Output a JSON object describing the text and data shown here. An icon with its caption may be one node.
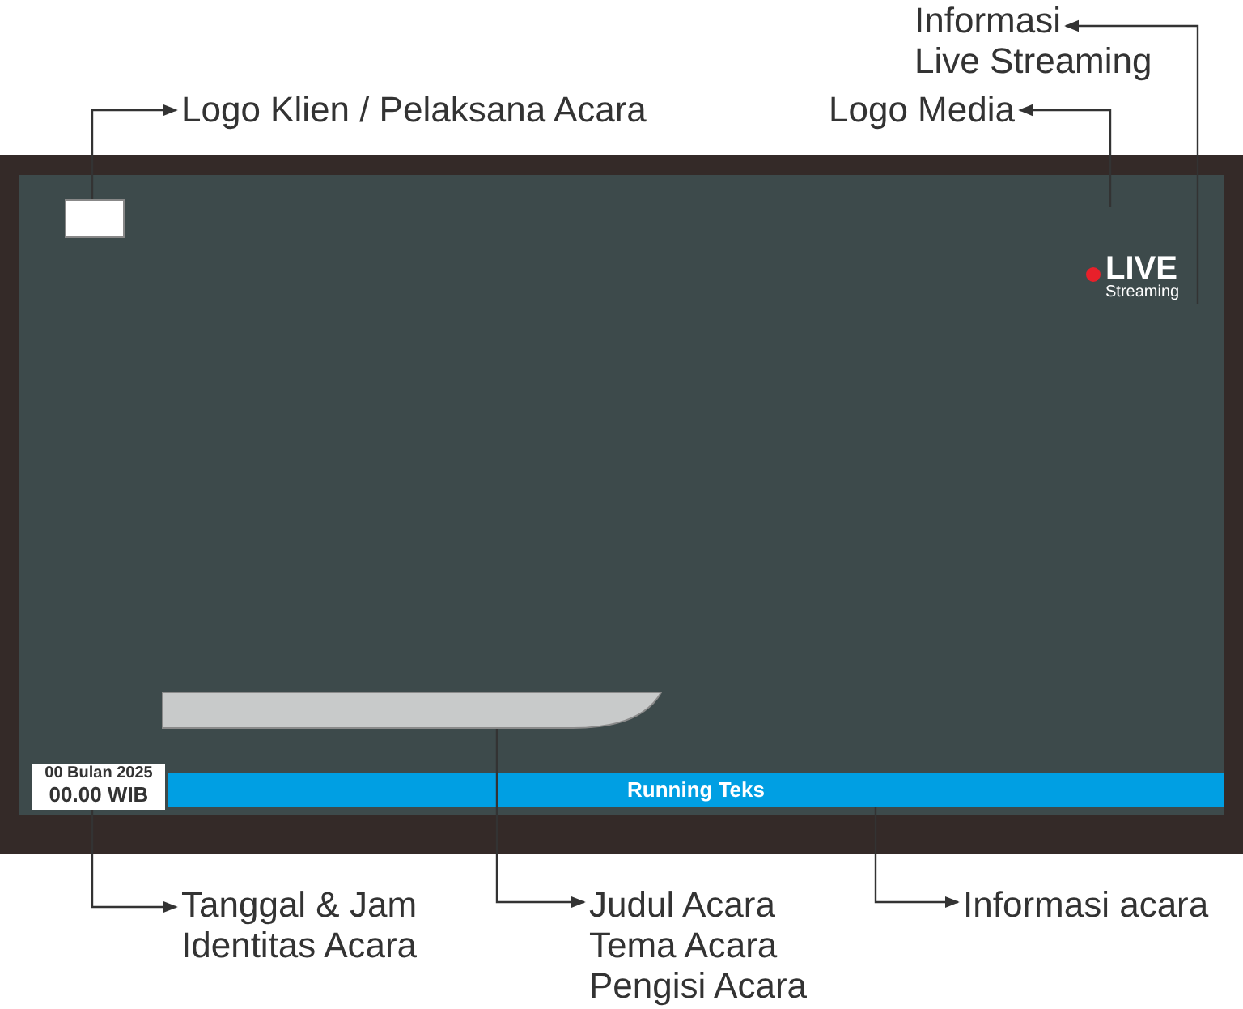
{
  "diagram": {
    "nodes": [
      {
        "text": [
          "Logo Klien / Pelaksana Acara"
        ]
      },
      {
        "text": [],
        "shape": "box"
      },
      {
        "text": [
          "Logo Media"
        ]
      },
      {
        "text": [
          "Informasi",
          "Live Streaming"
        ]
      },
      {
        "text": [
          "LIVE",
          "Streaming"
        ]
      },
      {
        "text": [
          "00 Bulan 2025",
          "00.00 WIB"
        ]
      },
      {
        "text": [
          "Tanggal & Jam",
          "Identitas Acara"
        ]
      },
      {
        "text": [],
        "shape": "bar"
      },
      {
        "text": [
          "Judul Acara",
          "Tema Acara",
          "Pengisi Acara"
        ]
      },
      {
        "text": [
          "Running Teks"
        ]
      },
      {
        "text": [
          "Informasi acara"
        ]
      }
    ],
    "edges": [
      {
        "from": 1,
        "to": 0,
        "arrow": "to"
      },
      {
        "from": null,
        "to": 2,
        "arrow": "to"
      },
      {
        "from": 4,
        "to": 3,
        "arrow": "to"
      },
      {
        "from": 5,
        "to": 6,
        "arrow": "to"
      },
      {
        "from": 7,
        "to": 8,
        "arrow": "to"
      },
      {
        "from": 9,
        "to": 10,
        "arrow": "to"
      }
    ]
  }
}
